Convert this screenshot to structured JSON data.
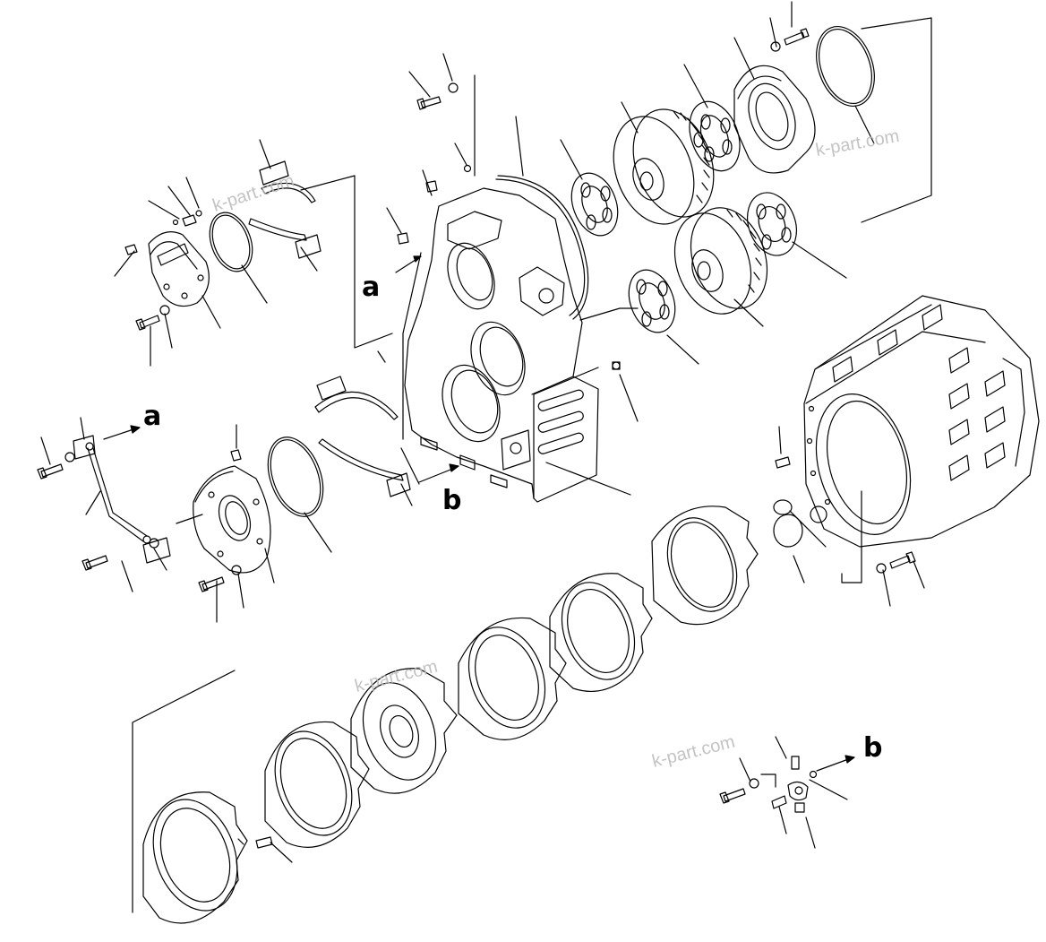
{
  "watermark": "k-part.com",
  "refs": {
    "a": "a",
    "b": "b"
  },
  "colors": {
    "line": "#000000",
    "watermark": "#b8b8b8",
    "background": "#ffffff"
  }
}
